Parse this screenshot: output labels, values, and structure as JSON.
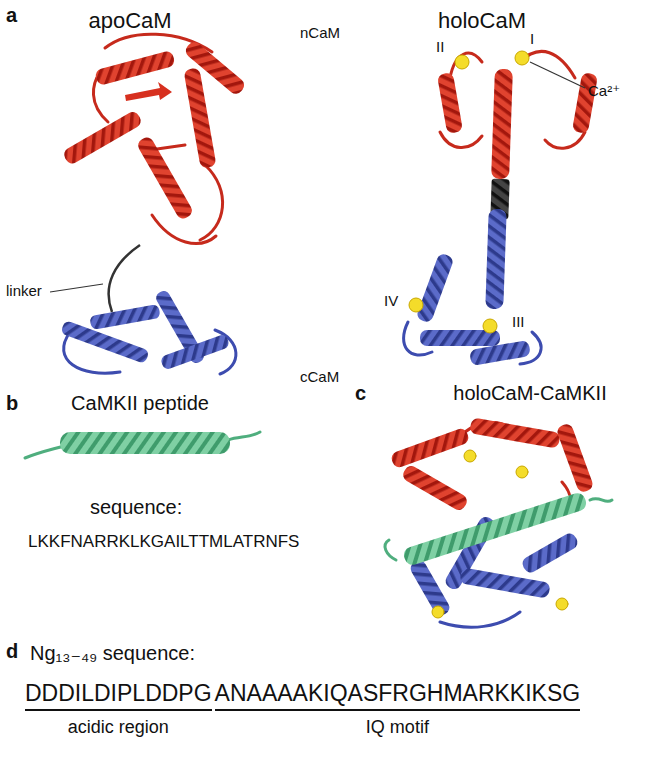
{
  "diagram": {
    "labels": [
      "a",
      "apoCaM",
      "nCaM",
      "holoCaM",
      "II",
      "I",
      "Ca²⁺",
      "linker",
      "IV",
      "III",
      "cCaM",
      "b",
      "CaMKII peptide",
      "c",
      "holoCaM-CaMKII",
      "sequence:",
      "LKKFNARRKLKGAILTTMLATRNFS",
      "d",
      "Ng₁₃₋₄₉ sequence:",
      "DDDILDIPLDDPG",
      "ANAAAAKIQASFRGHMARKKIKSG",
      "acidic region",
      "IQ motif"
    ]
  }
}
